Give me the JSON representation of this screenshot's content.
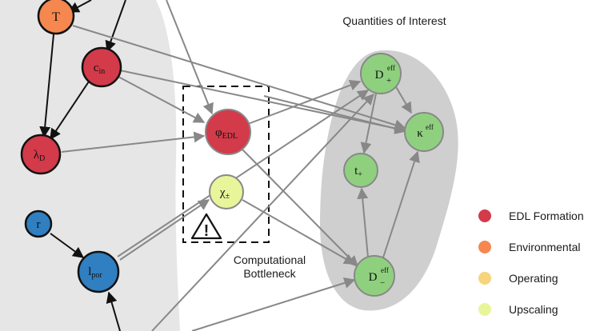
{
  "title": "Quantities of Interest",
  "bottleneck_label": [
    "Computational",
    "Bottleneck"
  ],
  "warning_symbol": "!",
  "colors": {
    "edl": "#d33a4a",
    "environmental": "#f5874f",
    "operating": "#f6d47a",
    "upscaling": "#e8f59a",
    "morphology": "#2f7fc1",
    "qoi": "#8fd07f",
    "region_left": "#e6e6e6",
    "region_right": "#cfcfcf",
    "edge": "#888888",
    "edge_strong": "#111111"
  },
  "nodes": {
    "T": {
      "main": "T",
      "sub": "",
      "sup": ""
    },
    "cin": {
      "main": "c",
      "sub": "in",
      "sup": ""
    },
    "lambda": {
      "main": "λ",
      "sub": "D",
      "sup": ""
    },
    "r": {
      "main": "r",
      "sub": "",
      "sup": ""
    },
    "lpor": {
      "main": "l",
      "sub": "por",
      "sup": ""
    },
    "phi": {
      "main": "φ",
      "sub": "EDL",
      "sup": ""
    },
    "chi": {
      "main": "χ",
      "sub": "±",
      "sup": ""
    },
    "dplus": {
      "main": "D",
      "sub": "+",
      "sup": "eff"
    },
    "kappa": {
      "main": "κ",
      "sub": "",
      "sup": "eff"
    },
    "tplus": {
      "main": "t",
      "sub": "+",
      "sup": ""
    },
    "dminus": {
      "main": "D",
      "sub": "−",
      "sup": "eff"
    }
  },
  "legend": [
    {
      "label": "EDL Formation",
      "color": "#d33a4a"
    },
    {
      "label": "Environmental",
      "color": "#f5874f"
    },
    {
      "label": "Operating",
      "color": "#f6d47a"
    },
    {
      "label": "Upscaling",
      "color": "#e8f59a"
    }
  ]
}
